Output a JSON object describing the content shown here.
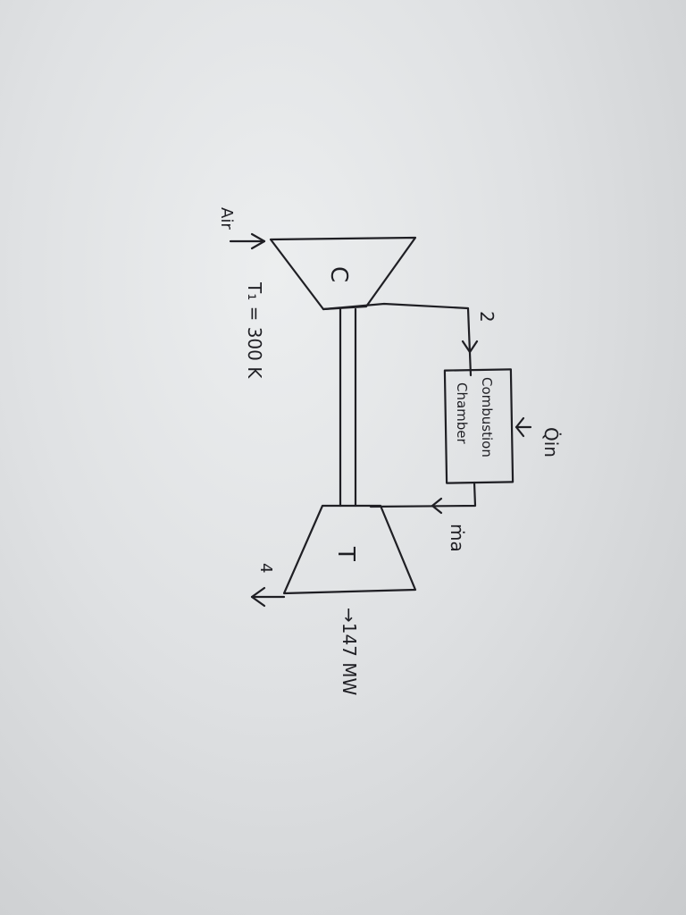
{
  "diagram": {
    "labels": {
      "air": "Air",
      "compressor": "C",
      "turbine": "T",
      "t1": "T₁ = 300 K",
      "state2": "2",
      "state4": "4",
      "combustion_line1": "Combustion",
      "combustion_line2": "Chamber",
      "q_in": "Q̇in",
      "m_a": "ṁa",
      "power": "→147 MW"
    }
  }
}
